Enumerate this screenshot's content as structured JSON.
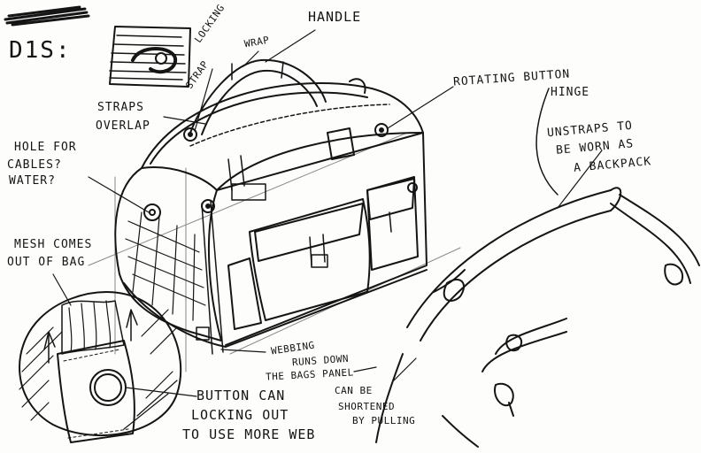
{
  "sheet": {
    "title": "D1S:"
  },
  "labels": {
    "handle": "HANDLE",
    "wrap": "WRAP",
    "locking_strap_1": "LOCKING",
    "locking_strap_2": "STRAP",
    "rotating_button_1": "ROTATING BUTTON",
    "rotating_button_2": "HINGE",
    "straps_overlap_1": "STRAPS",
    "straps_overlap_2": "OVERLAP",
    "unstraps_1": "UNSTRAPS TO",
    "unstraps_2": "BE WORN AS",
    "unstraps_3": "A BACKPACK",
    "hole_1": "HOLE FOR",
    "hole_2": "CABLES?",
    "hole_3": "WATER?",
    "mesh_1": "MESH COMES",
    "mesh_2": "OUT OF BAG",
    "webbing_1": "WEBBING",
    "webbing_2": "RUNS DOWN",
    "webbing_3": "THE BAGS PANEL",
    "button_1": "BUTTON CAN",
    "button_2": "LOCKING OUT",
    "button_3": "TO USE MORE WEB",
    "shorten_1": "CAN BE",
    "shorten_2": "SHORTENED",
    "shorten_3": "BY PULLING"
  }
}
